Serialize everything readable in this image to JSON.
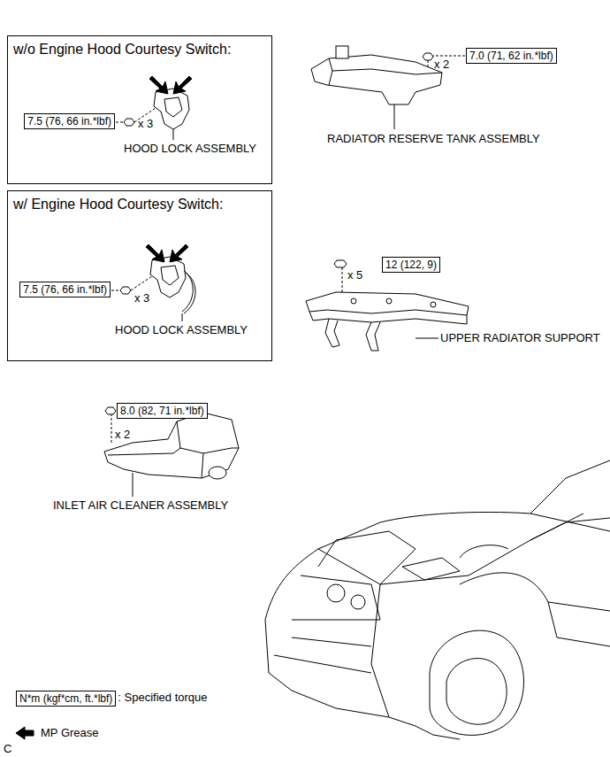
{
  "diagram": {
    "nodes": [
      {
        "text": [
          "w/o Engine Hood Courtesy Switch:"
        ]
      },
      {
        "text": [
          "7.5 (76, 66 in.*lbf)"
        ],
        "in": 0
      },
      {
        "text": [
          "7.0 (71, 62 in.*lbf)"
        ]
      },
      {
        "text": [
          "w/ Engine Hood Courtesy Switch:"
        ]
      },
      {
        "text": [
          "7.5 (76, 66 in.*lbf)"
        ],
        "in": 3
      },
      {
        "text": [
          "12 (122, 9)"
        ]
      },
      {
        "text": [
          "8.0 (82, 71 in.*lbf)"
        ]
      },
      {
        "text": [
          "N*m (kgf*cm, ft.*lbf)"
        ]
      }
    ],
    "labels": [
      "x 3",
      "HOOD LOCK ASSEMBLY",
      "x 3",
      "HOOD LOCK ASSEMBLY",
      "x 2",
      "RADIATOR RESERVE TANK ASSEMBLY",
      "x 5",
      "UPPER RADIATOR SUPPORT",
      "x 2",
      "INLET AIR CLEANER ASSEMBLY",
      "C"
    ],
    "legend": [
      {
        "text": ": Specified torque"
      },
      {
        "text": "MP Grease"
      }
    ]
  }
}
